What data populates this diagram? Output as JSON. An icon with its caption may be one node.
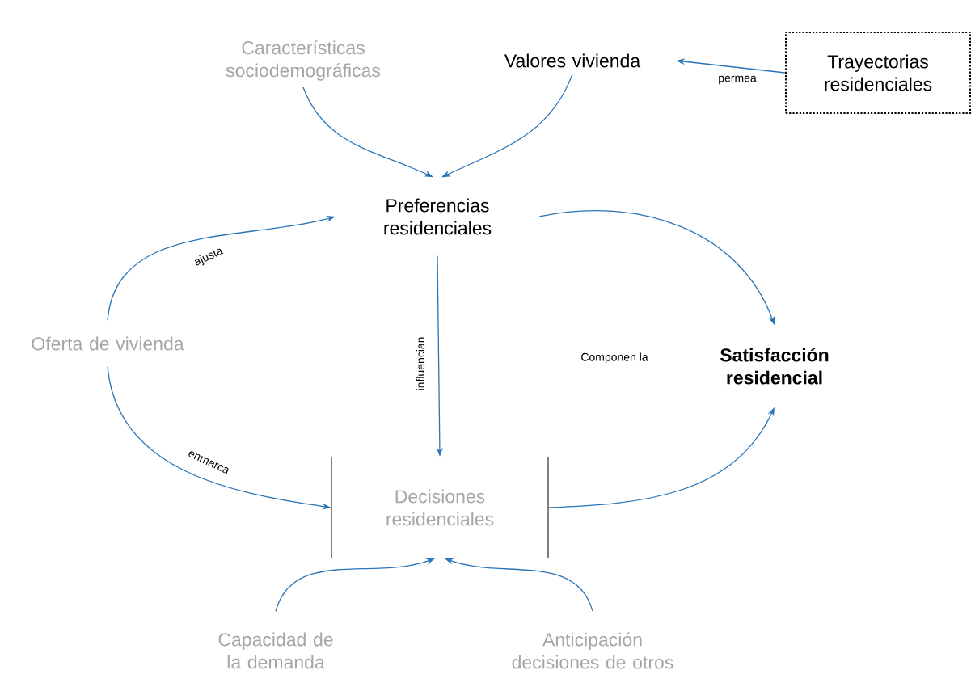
{
  "diagram": {
    "nodes": [
      {
        "text": [
          "Características sociodemográficas"
        ]
      },
      {
        "text": [
          "Valores vivienda"
        ]
      },
      {
        "text": [
          "Trayectorias residenciales"
        ]
      },
      {
        "text": [
          "Preferencias residenciales"
        ]
      },
      {
        "text": [
          "Oferta de vivienda"
        ]
      },
      {
        "text": [
          "Satisfacción residencial"
        ]
      },
      {
        "text": [
          "Decisiones residenciales"
        ]
      },
      {
        "text": [
          "Capacidad de la demanda"
        ]
      },
      {
        "text": [
          "Anticipación decisiones de otros"
        ]
      }
    ],
    "edges": [
      {
        "from": 2,
        "to": 1,
        "arrow": "to",
        "label": "permea"
      },
      {
        "from": 0,
        "to": 3,
        "arrow": "to"
      },
      {
        "from": 1,
        "to": 3,
        "arrow": "to"
      },
      {
        "from": 4,
        "to": 3,
        "arrow": "to",
        "label": "ajusta"
      },
      {
        "from": 4,
        "to": 6,
        "arrow": "to",
        "label": "enmarca"
      },
      {
        "from": 3,
        "to": 6,
        "arrow": "to",
        "label": "influencian"
      },
      {
        "from": 3,
        "to": 5,
        "arrow": "to"
      },
      {
        "from": 6,
        "to": 5,
        "arrow": "to"
      },
      {
        "from": 7,
        "to": 6,
        "arrow": "to"
      },
      {
        "from": 8,
        "to": 6,
        "arrow": "to"
      }
    ],
    "labels": [
      "Componen la"
    ]
  }
}
